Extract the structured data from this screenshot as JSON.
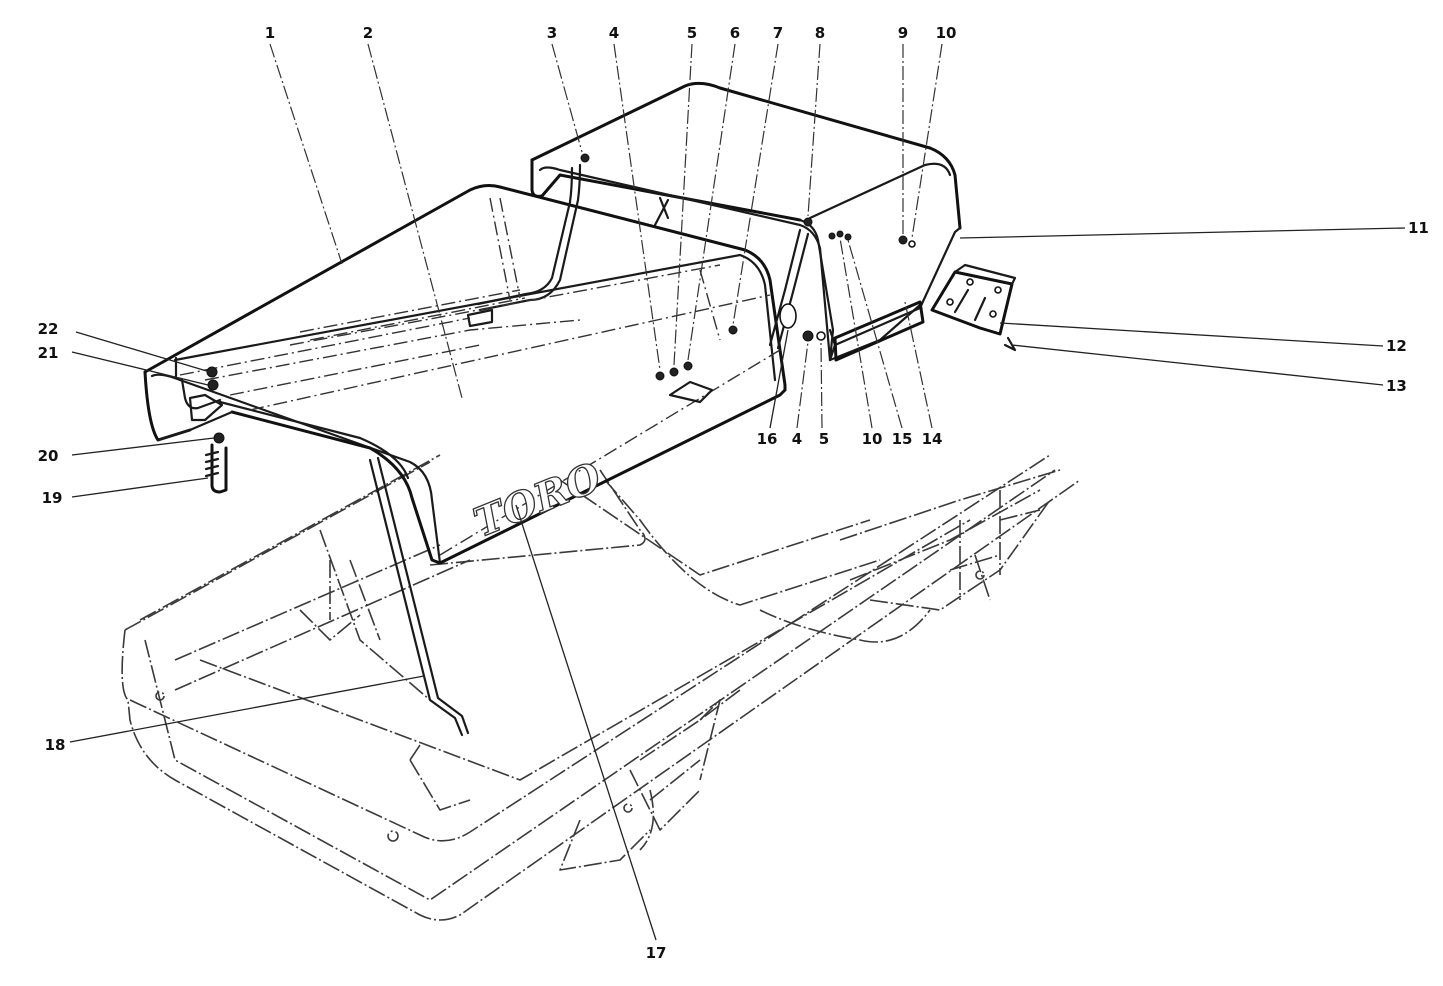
{
  "diagram": {
    "brand": "TORO",
    "callouts": [
      "1",
      "2",
      "3",
      "4",
      "5",
      "6",
      "7",
      "8",
      "9",
      "10",
      "11",
      "12",
      "13",
      "14",
      "15",
      "16",
      "4",
      "5",
      "10",
      "17",
      "18",
      "19",
      "20",
      "21",
      "22"
    ]
  }
}
